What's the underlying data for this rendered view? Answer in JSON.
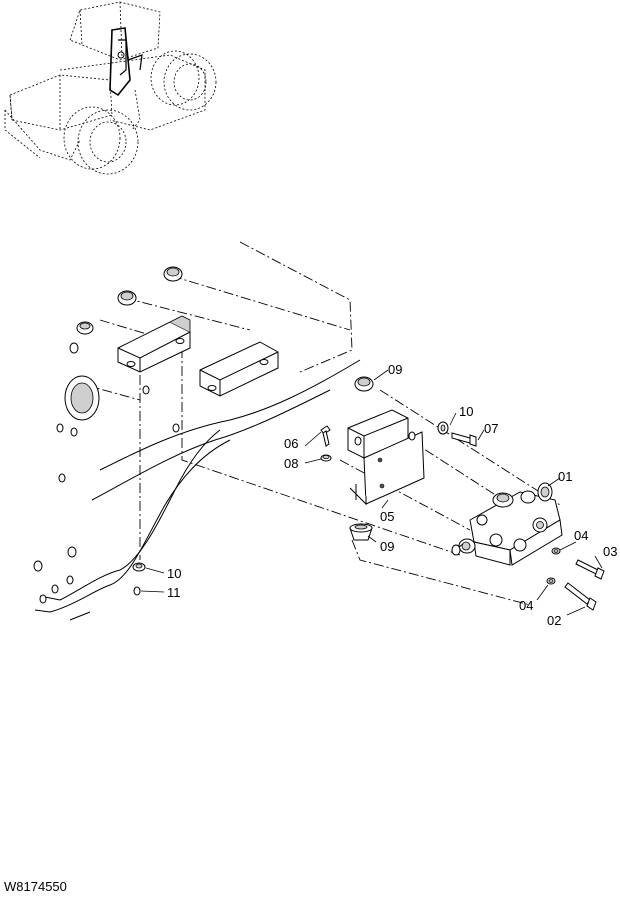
{
  "document": {
    "code": "W8174550"
  },
  "callouts": {
    "c01": "01",
    "c02": "02",
    "c03": "03",
    "c04a": "04",
    "c04b": "04",
    "c05": "05",
    "c06": "06",
    "c07": "07",
    "c08": "08",
    "c09a": "09",
    "c09b": "09",
    "c10a": "10",
    "c10b": "10",
    "c11": "11"
  }
}
